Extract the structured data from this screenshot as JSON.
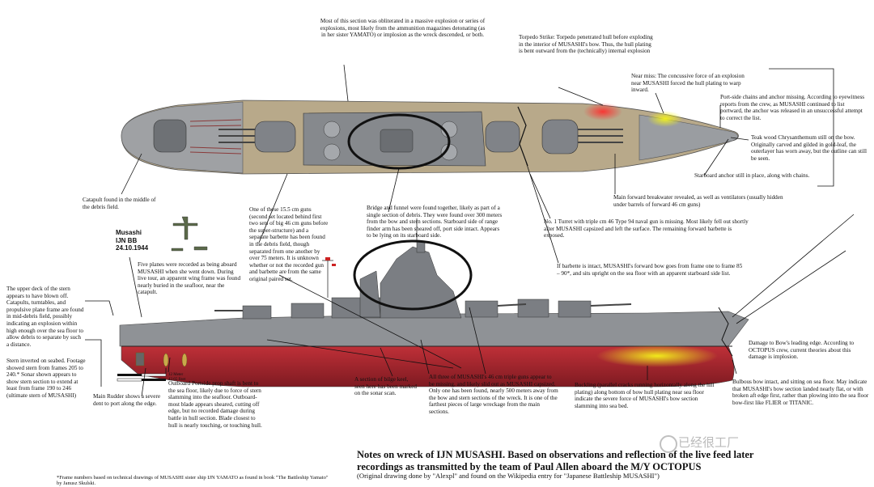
{
  "image": {
    "title": "Notes on wreck of IJN MUSASHI.  Based on observations and reflection of the live feed later\nrecordings as transmitted by the team of Paul Allen aboard the M/Y OCTOPUS",
    "subtitle": "(Original drawing done by \"Alexpl\" and found on the Wikipedia entry for \"Japanese Battleship MUSASHI\")",
    "footnote": "*Frame numbers based on technical drawings of MUSASHI sister ship IJN YAMATO as found in book \"The Battleship Yamato\" by Janusz Skulski.",
    "ship_label": "Musashi\nIJN BB\n24.10.1944",
    "watermark": "已经很工厂",
    "scale_label": "12 Meter\n42.65 Feet"
  },
  "annotations": {
    "explosion": "Most of this section was obliterated in a massive explosion or series of explosions, most likely from the ammunition magazines detonating (as in her sister YAMATO) or implosion as the wreck descended, or both.",
    "torpedo": "Torpedo Strike: Torpedo penetrated hull before exploding in the interior of MUSASHI's bow.  Thus, the hull plating is bent outward from the (technically) internal explosion",
    "near_miss": "Near miss: The concussive force of an explosion near MUSASHI forced the hull plating to warp inward.",
    "port_chains": "Port-side chains and anchor missing.  According to eyewitness reports from the crew, as MUSASHI continued to list portward, the anchor was released in an unsuccessful attempt to correct the list.",
    "chrysanthemum": "Teak wood Chrysanthemum still on the bow.  Originally carved and gilded in gold-leaf, the outerlayer has worn away, but the outline can still be seen.",
    "starboard_anchor": "Starboard anchor still in place, along with chains.",
    "breakwater": "Main forward breakwater revealed, as well as ventilators (usually hidden under barrels of forward 46 cm guns)",
    "turret1": "No. 1 Turret with triple cm 46 Type 94 naval gun is missing.  Most likely fell out shortly after MUSASHI capsized and left the surface.  The remaining forward barbette is exposed.",
    "barbette_intact": "If barbette is intact, MUSASHI's forward bow goes from frame one to frame 85 – 90*, and sits upright on the sea floor with an apparent starboard side list.",
    "bridge_funnel": "Bridge and funnel were found together, likely as part of a single section of debris.  They were found over 300 meters from the bow and stern sections.   Starboard side of range finder arm has been sheared off, port side intact.  Appears to be lying on its starboard side.",
    "guns_155": "One of these 15.5 cm guns (second set located behind first two sets of big 46 cm guns before the super-structure) and a separate barbette has been found in the debris field, though separated from one another by over 75 meters.  It is unknown whether or not the recorded gun and barbette are from the same original paired set.",
    "catapult": "Catapult found in the middle of the debris field.",
    "planes": "Five planes were recorded as being aboard MUSASHI when she went down.  During live tour, an apparent wing frame was found nearly buried in the seafloor, near the catapult.",
    "upper_deck": "The  upper deck of the stern appears to have blown off.  Catapults,  turntables, and propulsive plane frame are found in mid-debris field, possibly indicating an explosion within high enough over the sea floor to allow debris to separate by such a distance.",
    "stern_inverted": "Stern inverted on seabed.  Footage showed stern from frames 205 to 240.* Sonar shown appears to show stern section to extend at least from frame 190 to 246 (ultimate stern of MUSASHI)",
    "rudder": "Main Rudder shows a severe dent to port along the edge.",
    "prop_shaft": "Outboard Portside prop shaft is bent to the sea floor, likely due to force of stern slamming into the seafloor.  Outboard-most blade appears sheared, cutting off edge, but no recorded damage during battle in hull section.  Blade closest to hull is nearly touching, or touching hull.",
    "keel": "A section of bilge keel, seen here has been marked on the sonar scan.",
    "triple_guns": "All three of MUSASHI's 46 cm triple guns appear to be missing, and likely slid out as MUSASHI capsized.  Only one has been found, nearly 500 meters away from the bow and stern sections of the wreck.  It is one of the farthest pieces of large wreckage from the main sections.",
    "buckling": "Buckling (parallel cracks running horizontally along the hill plating) along bottom of bow hull plating near sea floor indicate the severe force of MUSASHI's bow section slamming into sea bed.",
    "bow_edge": "Damage to Bow's leading edge.  According to OCTOPUS crew, current theories about this damage is implosion.",
    "bulbous": "Bulbous bow intact, and sitting on sea floor.  May indicate that MUSASHI's bow section landed nearly flat, or with broken aft edge first, rather than plowing into the sea floor bow-first like FLIER or TITANIC."
  },
  "colors": {
    "deck": "#b8a98a",
    "hull_red": "#a8232b",
    "hull_grey": "#8f9296",
    "superstructure": "#7b7e83",
    "highlight_red": "#ff3b3b",
    "highlight_yellow": "#f0f020"
  }
}
